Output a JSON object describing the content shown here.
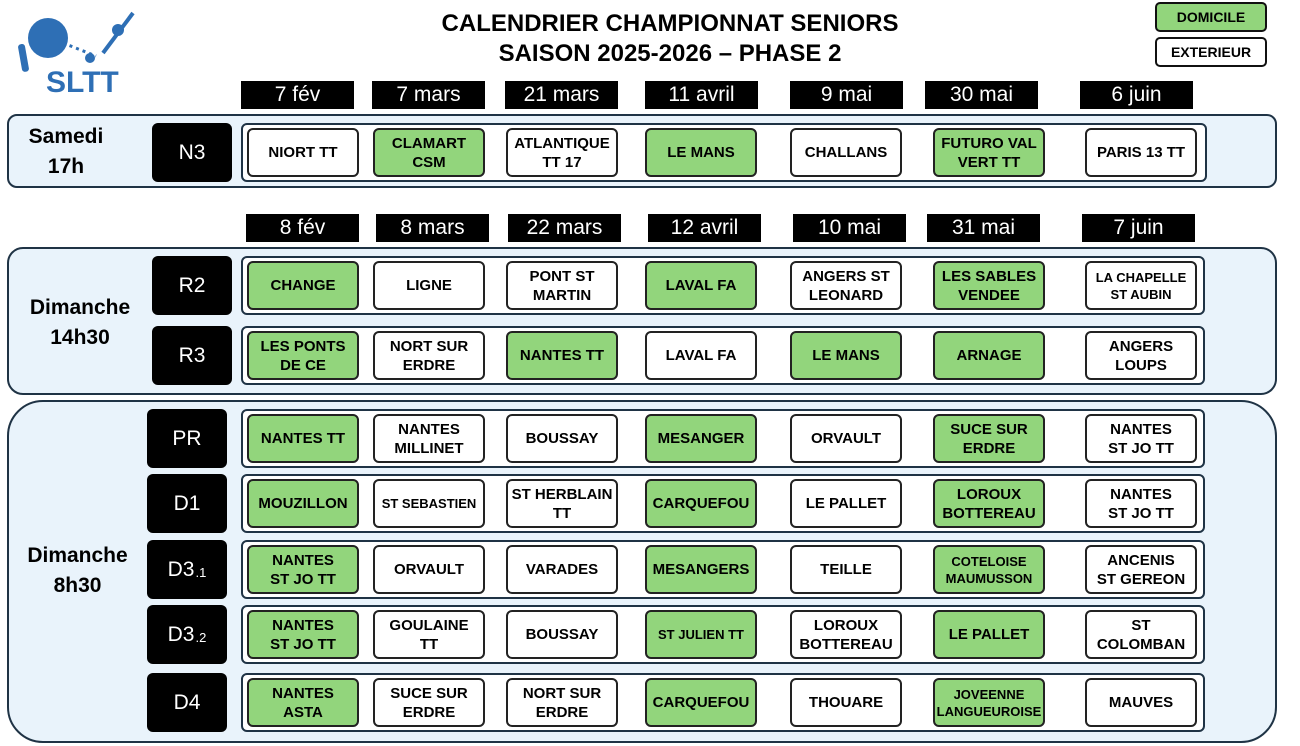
{
  "header": {
    "title_line1": "CALENDRIER CHAMPIONNAT SENIORS",
    "title_line2": "SAISON 2025-2026 – PHASE 2",
    "logo_text": "SLTT"
  },
  "legend": {
    "home": "DOMICILE",
    "away": "EXTERIEUR"
  },
  "colors": {
    "home": "#92d57c",
    "away": "#ffffff",
    "section_bg": "#e9f3fb",
    "dark": "#000000"
  },
  "dates_saturday": [
    "7 fév",
    "7 mars",
    "21 mars",
    "11 avril",
    "9 mai",
    "30 mai",
    "6 juin"
  ],
  "dates_sunday": [
    "8 fév",
    "8 mars",
    "22 mars",
    "12 avril",
    "10 mai",
    "31 mai",
    "7 juin"
  ],
  "sections": [
    {
      "day": "Samedi",
      "time": "17h"
    },
    {
      "day": "Dimanche",
      "time": "14h30"
    },
    {
      "day": "Dimanche",
      "time": "8h30"
    }
  ],
  "rows": [
    {
      "division": "N3",
      "sub": "",
      "matches": [
        {
          "t": "NIORT TT",
          "home": false
        },
        {
          "t": "CLAMART\nCSM",
          "home": true
        },
        {
          "t": "ATLANTIQUE\nTT 17",
          "home": false
        },
        {
          "t": "LE MANS",
          "home": true
        },
        {
          "t": "CHALLANS",
          "home": false
        },
        {
          "t": "FUTURO VAL\nVERT TT",
          "home": true
        },
        {
          "t": "PARIS 13 TT",
          "home": false
        }
      ]
    },
    {
      "division": "R2",
      "sub": "",
      "matches": [
        {
          "t": "CHANGE",
          "home": true
        },
        {
          "t": "LIGNE",
          "home": false
        },
        {
          "t": "PONT ST\nMARTIN",
          "home": false
        },
        {
          "t": "LAVAL FA",
          "home": true
        },
        {
          "t": "ANGERS ST\nLEONARD",
          "home": false
        },
        {
          "t": "LES SABLES\nVENDEE",
          "home": true
        },
        {
          "t": "LA CHAPELLE\nST AUBIN",
          "home": false
        }
      ]
    },
    {
      "division": "R3",
      "sub": "",
      "matches": [
        {
          "t": "LES PONTS\nDE CE",
          "home": true
        },
        {
          "t": "NORT SUR\nERDRE",
          "home": false
        },
        {
          "t": "NANTES TT",
          "home": true
        },
        {
          "t": "LAVAL FA",
          "home": false
        },
        {
          "t": "LE MANS",
          "home": true
        },
        {
          "t": "ARNAGE",
          "home": true
        },
        {
          "t": "ANGERS\nLOUPS",
          "home": false
        }
      ]
    },
    {
      "division": "PR",
      "sub": "",
      "matches": [
        {
          "t": "NANTES TT",
          "home": true
        },
        {
          "t": "NANTES\nMILLINET",
          "home": false
        },
        {
          "t": "BOUSSAY",
          "home": false
        },
        {
          "t": "MESANGER",
          "home": true
        },
        {
          "t": "ORVAULT",
          "home": false
        },
        {
          "t": "SUCE SUR\nERDRE",
          "home": true
        },
        {
          "t": "NANTES\nST JO TT",
          "home": false
        }
      ]
    },
    {
      "division": "D1",
      "sub": "",
      "matches": [
        {
          "t": "MOUZILLON",
          "home": true
        },
        {
          "t": "ST SEBASTIEN",
          "home": false
        },
        {
          "t": "ST HERBLAIN\nTT",
          "home": false
        },
        {
          "t": "CARQUEFOU",
          "home": true
        },
        {
          "t": "LE PALLET",
          "home": false
        },
        {
          "t": "LOROUX\nBOTTEREAU",
          "home": true
        },
        {
          "t": "NANTES\nST JO TT",
          "home": false
        }
      ]
    },
    {
      "division": "D3",
      "sub": ".1",
      "matches": [
        {
          "t": "NANTES\nST JO TT",
          "home": true
        },
        {
          "t": "ORVAULT",
          "home": false
        },
        {
          "t": "VARADES",
          "home": false
        },
        {
          "t": "MESANGERS",
          "home": true
        },
        {
          "t": "TEILLE",
          "home": false
        },
        {
          "t": "COTELOISE\nMAUMUSSON",
          "home": true
        },
        {
          "t": "ANCENIS\nST GEREON",
          "home": false
        }
      ]
    },
    {
      "division": "D3",
      "sub": ".2",
      "matches": [
        {
          "t": "NANTES\nST JO TT",
          "home": true
        },
        {
          "t": "GOULAINE\nTT",
          "home": false
        },
        {
          "t": "BOUSSAY",
          "home": false
        },
        {
          "t": "ST JULIEN TT",
          "home": true
        },
        {
          "t": "LOROUX\nBOTTEREAU",
          "home": false
        },
        {
          "t": "LE PALLET",
          "home": true
        },
        {
          "t": "ST\nCOLOMBAN",
          "home": false
        }
      ]
    },
    {
      "division": "D4",
      "sub": "",
      "matches": [
        {
          "t": "NANTES\nASTA",
          "home": true
        },
        {
          "t": "SUCE SUR\nERDRE",
          "home": false
        },
        {
          "t": "NORT SUR\nERDRE",
          "home": false
        },
        {
          "t": "CARQUEFOU",
          "home": true
        },
        {
          "t": "THOUARE",
          "home": false
        },
        {
          "t": "JOVEENNE\nLANGUEUROISE",
          "home": true
        },
        {
          "t": "MAUVES",
          "home": false
        }
      ]
    }
  ]
}
